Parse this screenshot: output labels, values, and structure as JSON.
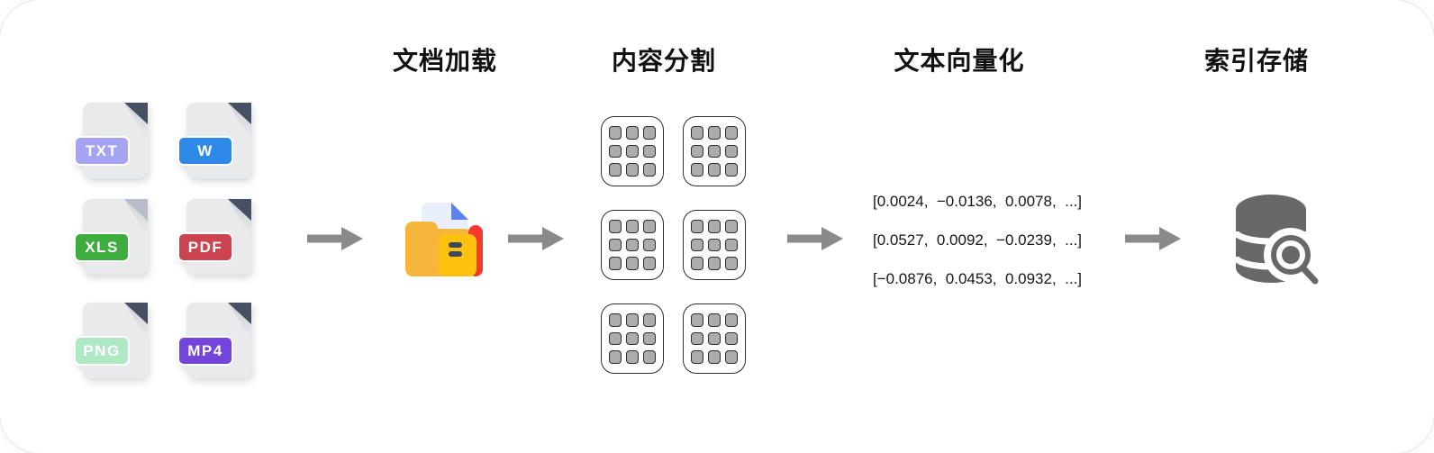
{
  "diagram": {
    "stages": [
      {
        "label": "文档加载"
      },
      {
        "label": "内容分割"
      },
      {
        "label": "文本向量化"
      },
      {
        "label": "索引存储"
      }
    ],
    "files": [
      {
        "label": "TXT",
        "badge_color": "#a5a3f2",
        "fold_color": "#475063"
      },
      {
        "label": "W",
        "badge_color": "#2f89e8",
        "fold_color": "#475063"
      },
      {
        "label": "XLS",
        "badge_color": "#3ead3f",
        "fold_color": "#b7bdc9"
      },
      {
        "label": "PDF",
        "badge_color": "#cc4351",
        "fold_color": "#475063"
      },
      {
        "label": "PNG",
        "badge_color": "#aee9c4",
        "fold_color": "#475063"
      },
      {
        "label": "MP4",
        "badge_color": "#7445db",
        "fold_color": "#475063"
      }
    ],
    "vectors": [
      "[0.0024,  −0.0136,  0.0078,  ...]",
      "[0.0527,  0.0092,  −0.0239,  ...]",
      "[−0.0876,  0.0453,  0.0932,  ...]"
    ],
    "icons": {
      "arrow": "flow-arrow-icon",
      "folder": "document-loader-folder-icon",
      "chunk": "chunk-block-icon",
      "database": "database-icon",
      "magnifier": "magnifier-icon"
    },
    "colors": {
      "arrow": "#8a8a8a",
      "text": "#111111",
      "doc_body": "#e9eaec",
      "badge_text": "#ffffff",
      "folder_back": "#f6b63c",
      "folder_front": "#fec10d",
      "folder_doc": "#e9effc",
      "folder_doc_fold": "#5b82ee",
      "folder_bar": "#f8392c",
      "folder_dash": "#3e4659",
      "chunk_border": "#2d2d2d",
      "chunk_cell": "#acacac",
      "database": "#686868"
    }
  }
}
